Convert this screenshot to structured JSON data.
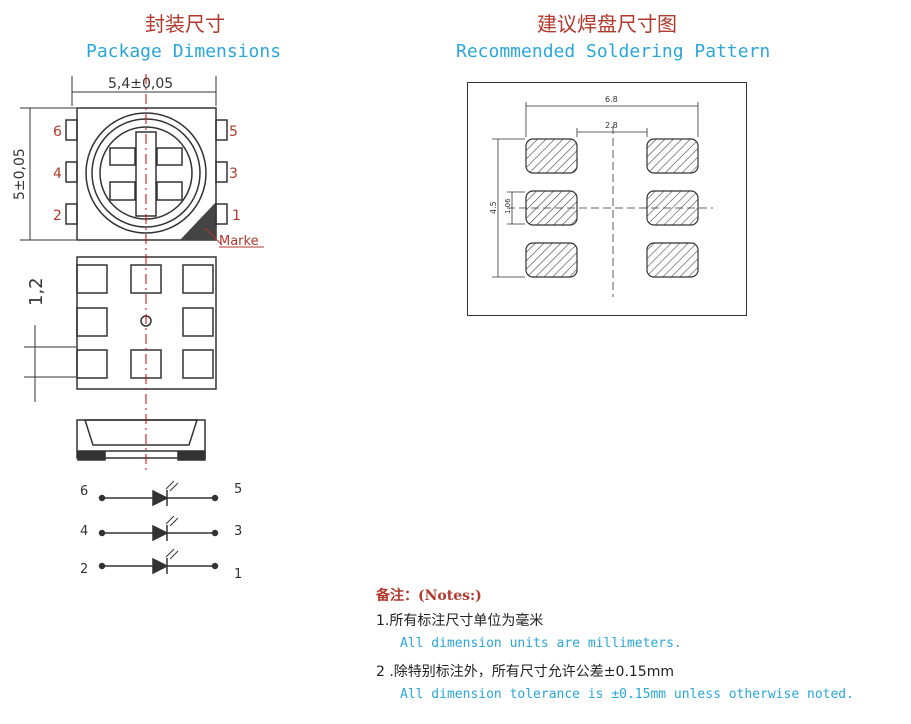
{
  "titles": {
    "package_cn": "封装尺寸",
    "package_en": "Package Dimensions",
    "solder_cn": "建议焊盘尺寸图",
    "solder_en": "Recommended Soldering Pattern"
  },
  "package": {
    "width_dim": "5,4±0,05",
    "height_dim": "5±0,05",
    "thickness_dim": "1,2",
    "marker_label": "Marke",
    "pin_labels": [
      "6",
      "5",
      "4",
      "3",
      "2",
      "1"
    ]
  },
  "schematic": {
    "rows": [
      {
        "left": "6",
        "right": "5"
      },
      {
        "left": "4",
        "right": "3"
      },
      {
        "left": "2",
        "right": "1"
      }
    ]
  },
  "pattern": {
    "dim_width": "6.8",
    "dim_gap": "2.8",
    "dim_height": "4.5",
    "dim_pad": "1.06"
  },
  "notes": {
    "title": "备注：(Notes:)",
    "item1_cn": "1.所有标注尺寸单位为毫米",
    "item1_en": "All dimension units are millimeters.",
    "item2_cn": "2 .除特别标注外，所有尺寸允许公差±0.15mm",
    "item2_en": "All dimension tolerance is ±0.15mm unless otherwise noted."
  },
  "colors": {
    "title_red": "#b03a2e",
    "title_cyan": "#2aa7d9",
    "centerline_red": "#d40000",
    "outline": "#333333"
  }
}
